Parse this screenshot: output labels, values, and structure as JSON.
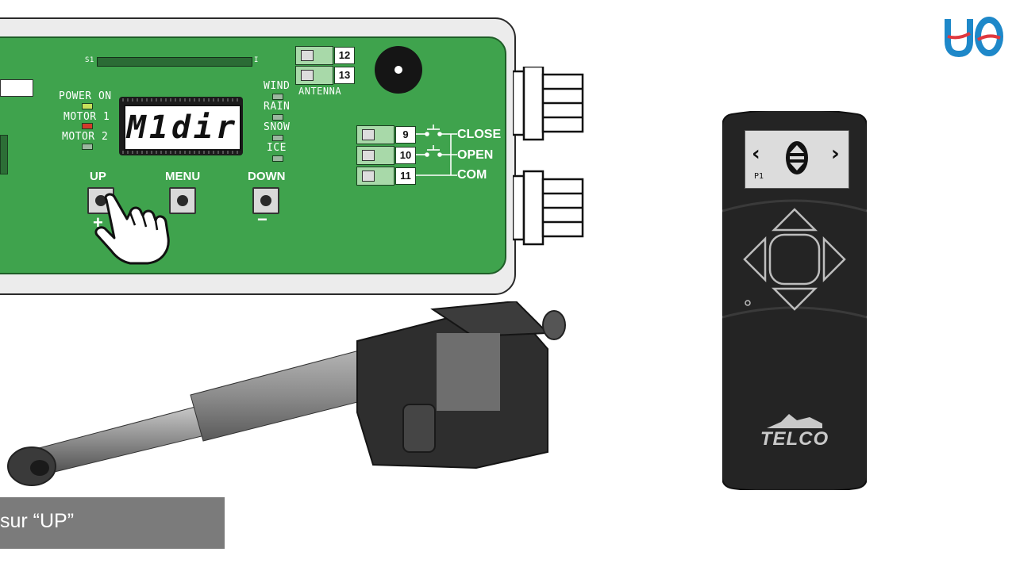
{
  "controller": {
    "led_labels": [
      "POWER ON",
      "MOTOR 1",
      "MOTOR 2"
    ],
    "sensor_labels": [
      "WIND",
      "RAIN",
      "SNOW",
      "ICE"
    ],
    "lcd_text": "M1dir",
    "buttons": [
      {
        "label": "UP",
        "sign": "+"
      },
      {
        "label": "MENU",
        "sign": ""
      },
      {
        "label": "DOWN",
        "sign": "−"
      }
    ],
    "antenna_terminals": [
      "12",
      "13"
    ],
    "antenna_label": "ANTENNA",
    "terminals": [
      {
        "num": "9",
        "label": "CLOSE"
      },
      {
        "num": "10",
        "label": "OPEN"
      },
      {
        "num": "11",
        "label": "COM"
      }
    ],
    "slot_marks": [
      "S1",
      "I"
    ]
  },
  "caption": "sur “UP”",
  "remote": {
    "screen_label": "P1",
    "brand": "TELCO",
    "nav_left": "‹",
    "nav_right": "›"
  },
  "colors": {
    "pcb_green": "#3fa34d",
    "logo_blue": "#1e88c9",
    "logo_red": "#e0383f",
    "remote_body": "#242424"
  },
  "icons": [
    "hand-pointer-icon",
    "up-down-arrows-icon",
    "dpad-icon",
    "buzzer-icon",
    "switch-icon",
    "brand-logo-icon"
  ]
}
